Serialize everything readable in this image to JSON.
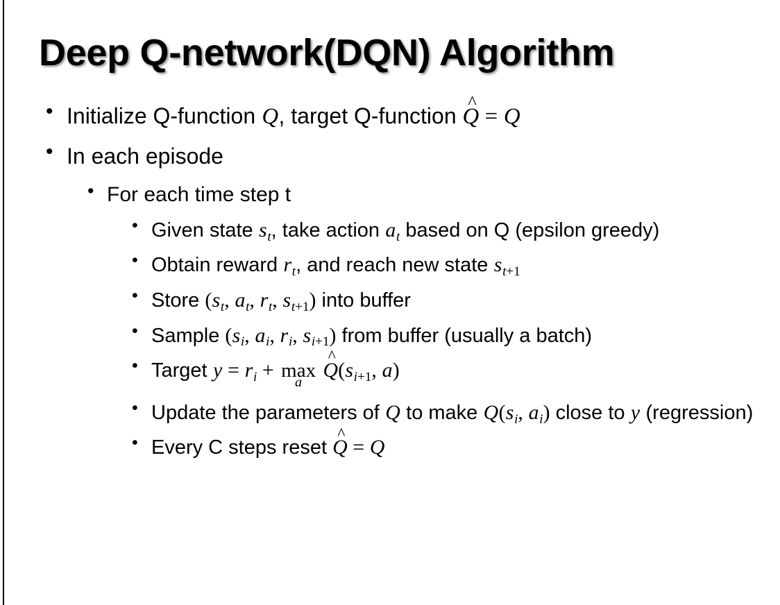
{
  "slide": {
    "title": "Deep Q-network(DQN) Algorithm",
    "background_color": "#ffffff",
    "text_color": "#000000",
    "edge_rule_color": "#000000"
  },
  "bullets": {
    "initialize": {
      "pre": "Initialize Q-function ",
      "var_q": "Q",
      "mid": ", target Q-function ",
      "hat_q": "Q",
      "hat_accent": "^",
      "equals": "=",
      "rhs_q": "Q"
    },
    "in_each_episode": "In each episode",
    "for_each_time_step": "For each time step t",
    "given_state": {
      "pre": "Given state ",
      "s": "s",
      "s_sub": "t",
      "mid": ", take action ",
      "a": "a",
      "a_sub": "t",
      "post": " based on Q (epsilon greedy)"
    },
    "obtain_reward": {
      "pre": "Obtain reward ",
      "r": "r",
      "r_sub": "t",
      "mid": ", and reach new state ",
      "s": "s",
      "s_sub_var": "t",
      "s_sub_plus": "+",
      "s_sub_num": "1"
    },
    "store": {
      "pre": "Store ",
      "open": "(",
      "s": "s",
      "s_sub": "t",
      "comma1": ", ",
      "a": "a",
      "a_sub": "t",
      "comma2": ", ",
      "r": "r",
      "r_sub": "t",
      "comma3": ", ",
      "s2": "s",
      "s2_sub_var": "t",
      "s2_sub_plus": "+",
      "s2_sub_num": "1",
      "close": ")",
      "post": " into buffer"
    },
    "sample": {
      "pre": "Sample ",
      "open": "(",
      "s": "s",
      "s_sub": "i",
      "comma1": ", ",
      "a": "a",
      "a_sub": "i",
      "comma2": ", ",
      "r": "r",
      "r_sub": "i",
      "comma3": ", ",
      "s2": "s",
      "s2_sub_var": "i",
      "s2_sub_plus": "+",
      "s2_sub_num": "1",
      "close": ")",
      "post": " from buffer (usually a batch)"
    },
    "target": {
      "pre": "Target ",
      "y": "y",
      "equals": "=",
      "r": "r",
      "r_sub": "i",
      "plus": "+",
      "max_op": "max",
      "max_limit": "a",
      "hat_q": "Q",
      "hat_accent": "^",
      "open": "(",
      "s": "s",
      "s_sub_var": "i",
      "s_sub_plus": "+",
      "s_sub_num": "1",
      "comma": ", ",
      "a": "a",
      "close": ")"
    },
    "update": {
      "pre": "Update the parameters of ",
      "q1": "Q",
      "mid": " to make ",
      "q2": "Q",
      "open": "(",
      "s": "s",
      "s_sub": "i",
      "comma": ", ",
      "a": "a",
      "a_sub": "i",
      "close": ")",
      "post": " close to ",
      "y": "y",
      "tail": " (regression)"
    },
    "reset": {
      "pre": "Every C steps reset ",
      "hat_q": "Q",
      "hat_accent": "^",
      "equals": "=",
      "rhs_q": "Q"
    }
  },
  "bullet_glyph": "•"
}
